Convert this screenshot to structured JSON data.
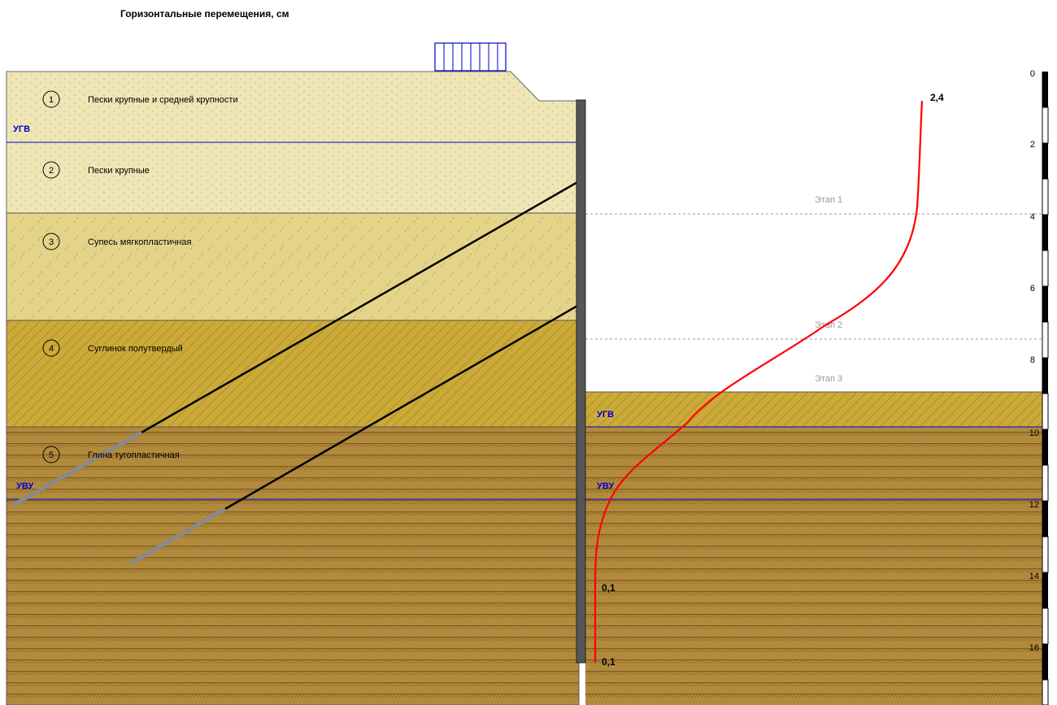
{
  "title": "Горизонтальные перемещения, см",
  "layers": [
    {
      "num": "1",
      "name": "Пески крупные и средней крупности",
      "color": "#efe6b6"
    },
    {
      "num": "2",
      "name": "Пески крупные",
      "color": "#efe6b6"
    },
    {
      "num": "3",
      "name": "Супесь мягкопластичная",
      "color": "#e4d48a"
    },
    {
      "num": "4",
      "name": "Суглинок полутвердый",
      "color": "#ccaa38"
    },
    {
      "num": "5",
      "name": "Глина тугопластичная",
      "color": "#b28a3c"
    }
  ],
  "water_labels": {
    "ugv_left": "УГВ",
    "ugv_right": "УГВ",
    "uvu_left": "УВУ",
    "uvu_right": "УВУ"
  },
  "stages": [
    "Этап 1",
    "Этап 2",
    "Этап 3"
  ],
  "depth_scale": {
    "ticks": [
      "0",
      "2",
      "4",
      "6",
      "8",
      "10",
      "12",
      "14",
      "16"
    ]
  },
  "displacement_labels": {
    "top": "2,4",
    "mid": "0,1",
    "bottom": "0,1"
  },
  "colors": {
    "curve": "#ff0000",
    "water": "#0000cc",
    "anchor_free": "#000000",
    "anchor_grout": "#888888",
    "wall": "#555555"
  }
}
